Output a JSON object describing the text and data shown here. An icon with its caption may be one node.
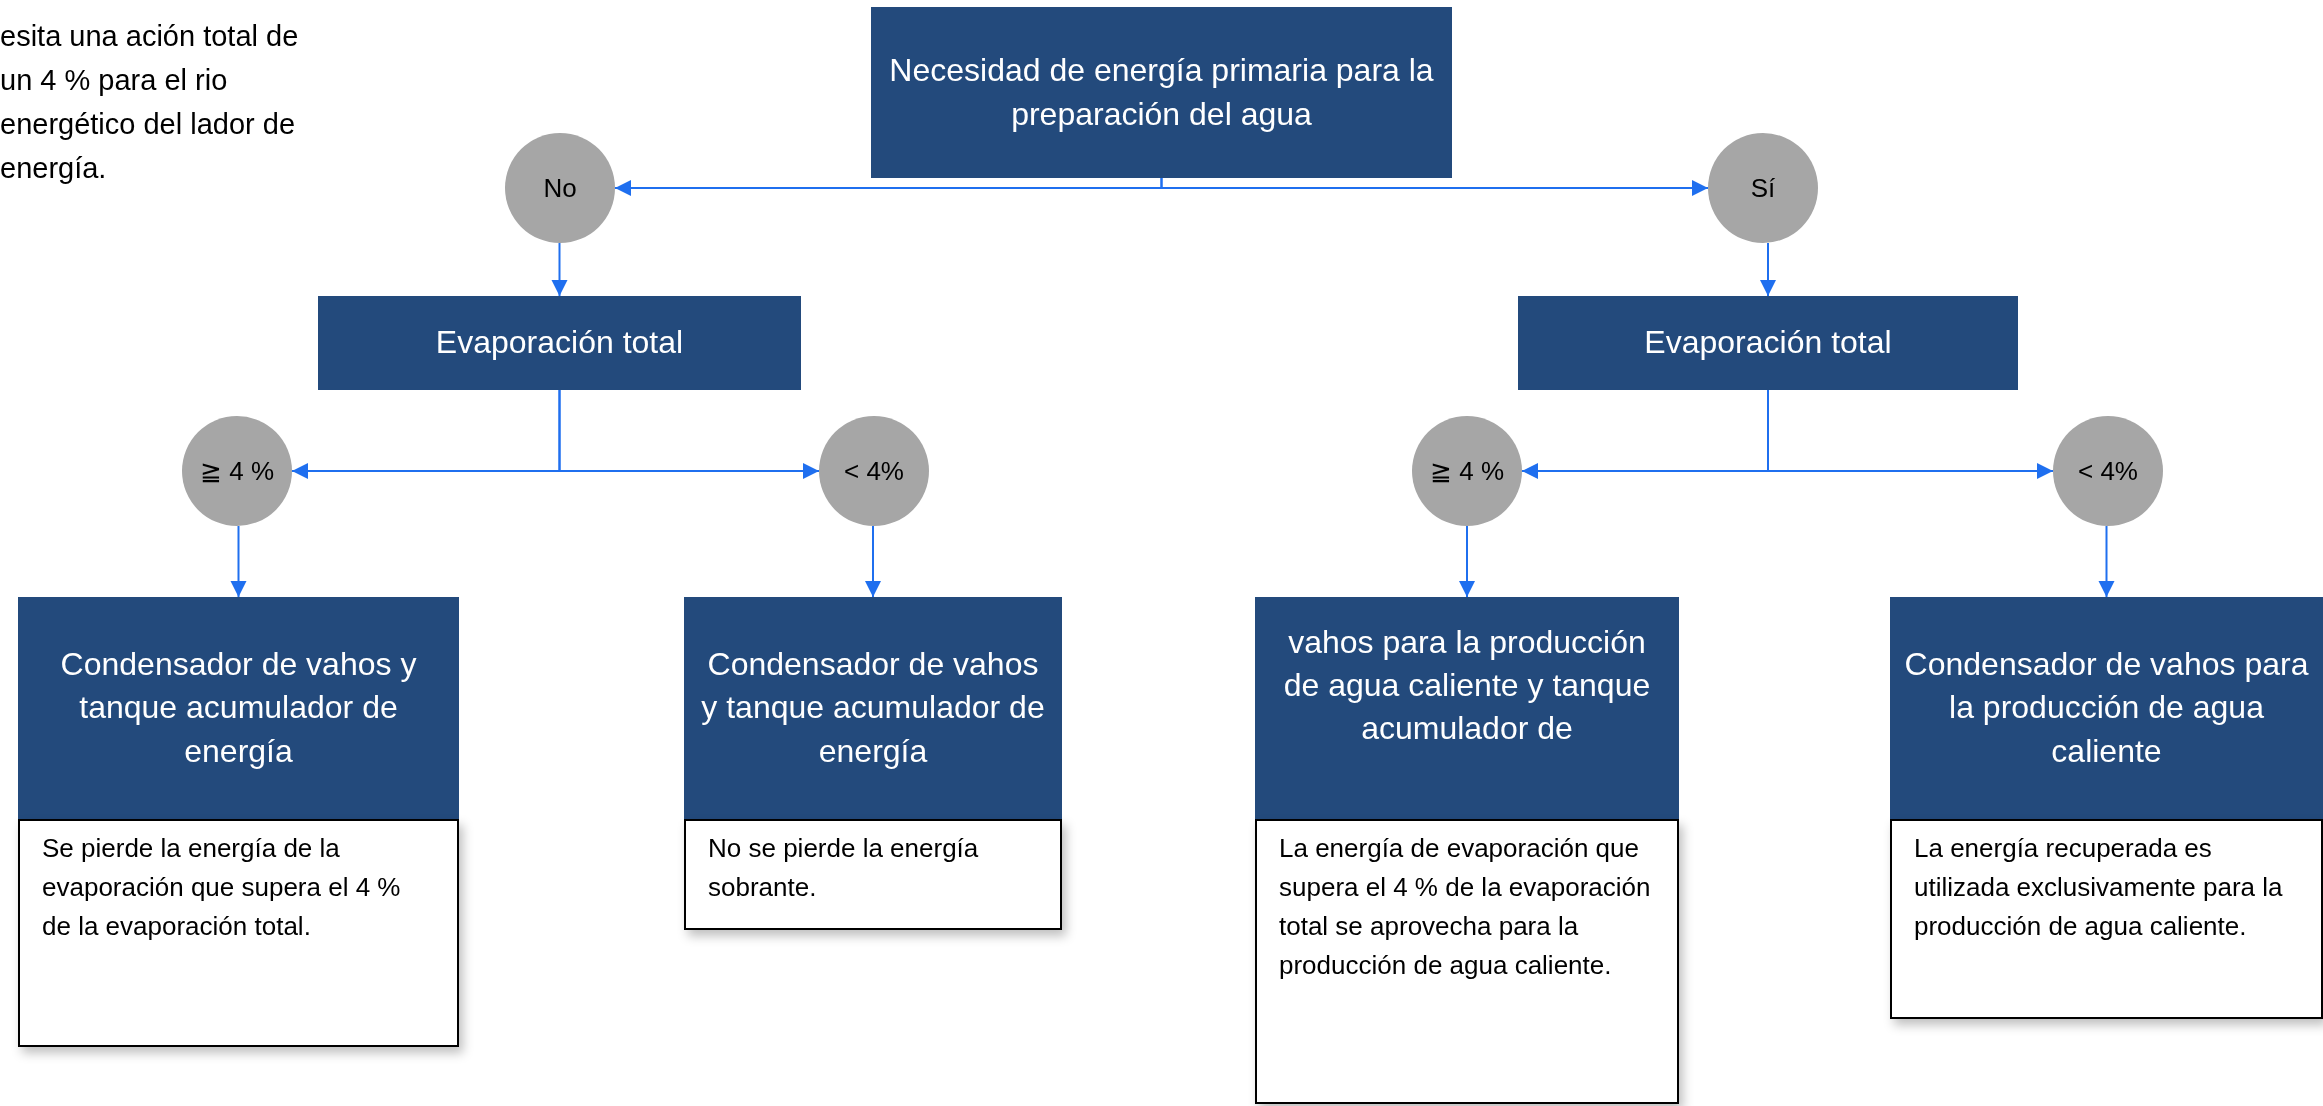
{
  "diagram": {
    "nodes": [
      {
        "text": [
          "Necesidad de energía primaria para la preparación del agua"
        ]
      },
      {
        "text": [
          "No"
        ]
      },
      {
        "text": [
          "Sí"
        ]
      },
      {
        "text": [
          "Evaporación total"
        ]
      },
      {
        "text": [
          "Evaporación total"
        ]
      },
      {
        "text": [
          "≧ 4 %"
        ]
      },
      {
        "text": [
          "< 4%"
        ]
      },
      {
        "text": [
          "≧ 4 %"
        ]
      },
      {
        "text": [
          "< 4%"
        ]
      },
      {
        "text": [
          "Condensador de vahos y tanque acumulador de energía"
        ]
      },
      {
        "text": [
          "Se pierde la energía de la evaporación que supera el 4 % de la evaporación total."
        ]
      },
      {
        "text": [
          "Condensador de vahos y tanque acumulador de energía"
        ]
      },
      {
        "text": [
          "No se pierde la energía sobrante."
        ]
      },
      {
        "text": [
          "vahos para la producción de agua caliente y tanque acumulador de"
        ]
      },
      {
        "text": [
          "La energía de evaporación que supera el 4 % de la evaporación total se aprovecha para la producción de agua caliente."
        ]
      },
      {
        "text": [
          "Condensador de vahos para la producción de agua caliente"
        ]
      },
      {
        "text": [
          "La energía recuperada es utilizada exclusivamente para la producción de agua caliente."
        ]
      }
    ],
    "edges": [
      {
        "from": 0,
        "to": 1,
        "arrow": "to"
      },
      {
        "from": 0,
        "to": 2,
        "arrow": "to"
      },
      {
        "from": 1,
        "to": 3,
        "arrow": "to"
      },
      {
        "from": 2,
        "to": 4,
        "arrow": "to"
      },
      {
        "from": 3,
        "to": 5,
        "arrow": "to"
      },
      {
        "from": 3,
        "to": 6,
        "arrow": "to"
      },
      {
        "from": 4,
        "to": 7,
        "arrow": "to"
      },
      {
        "from": 4,
        "to": 8,
        "arrow": "to"
      },
      {
        "from": 5,
        "to": 9,
        "arrow": "to"
      },
      {
        "from": 6,
        "to": 11,
        "arrow": "to"
      },
      {
        "from": 7,
        "to": 13,
        "arrow": "to"
      },
      {
        "from": 8,
        "to": 15,
        "arrow": "to"
      }
    ],
    "labels": [
      "esita una ación total de un 4 % para el rio energético del lador de energía."
    ]
  }
}
